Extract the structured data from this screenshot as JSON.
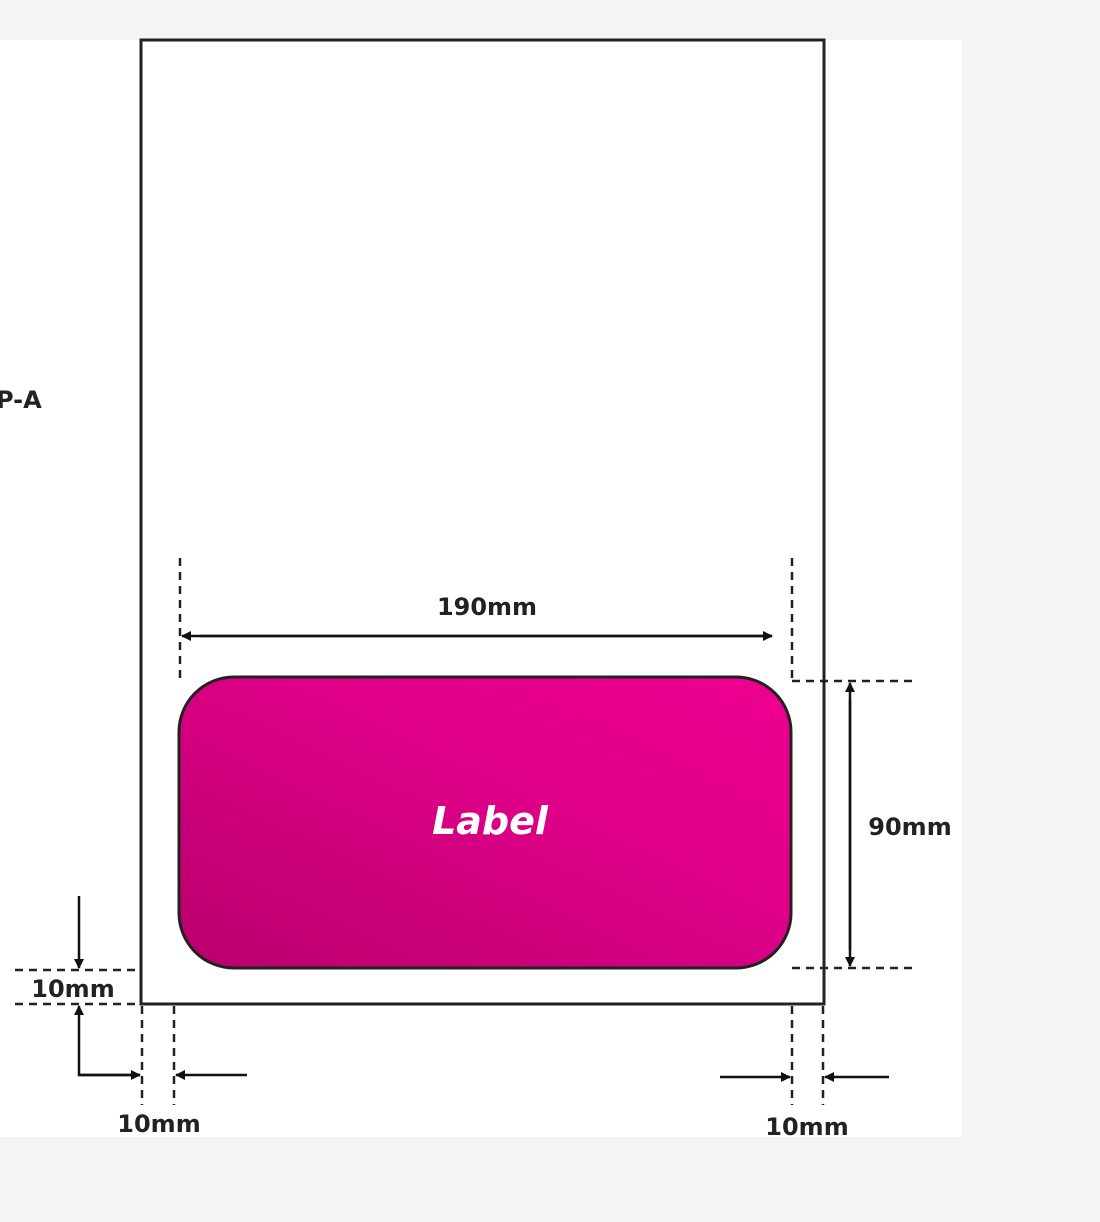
{
  "side_text": "P-A",
  "label_text": "Label",
  "dimensions": {
    "width": "190mm",
    "height": "90mm",
    "bottom_margin": "10mm",
    "left_margin": "10mm",
    "right_margin": "10mm"
  },
  "colors": {
    "label_fill_light": "#e8008c",
    "label_fill_dark": "#b8006c",
    "sheet_border": "#222222"
  }
}
